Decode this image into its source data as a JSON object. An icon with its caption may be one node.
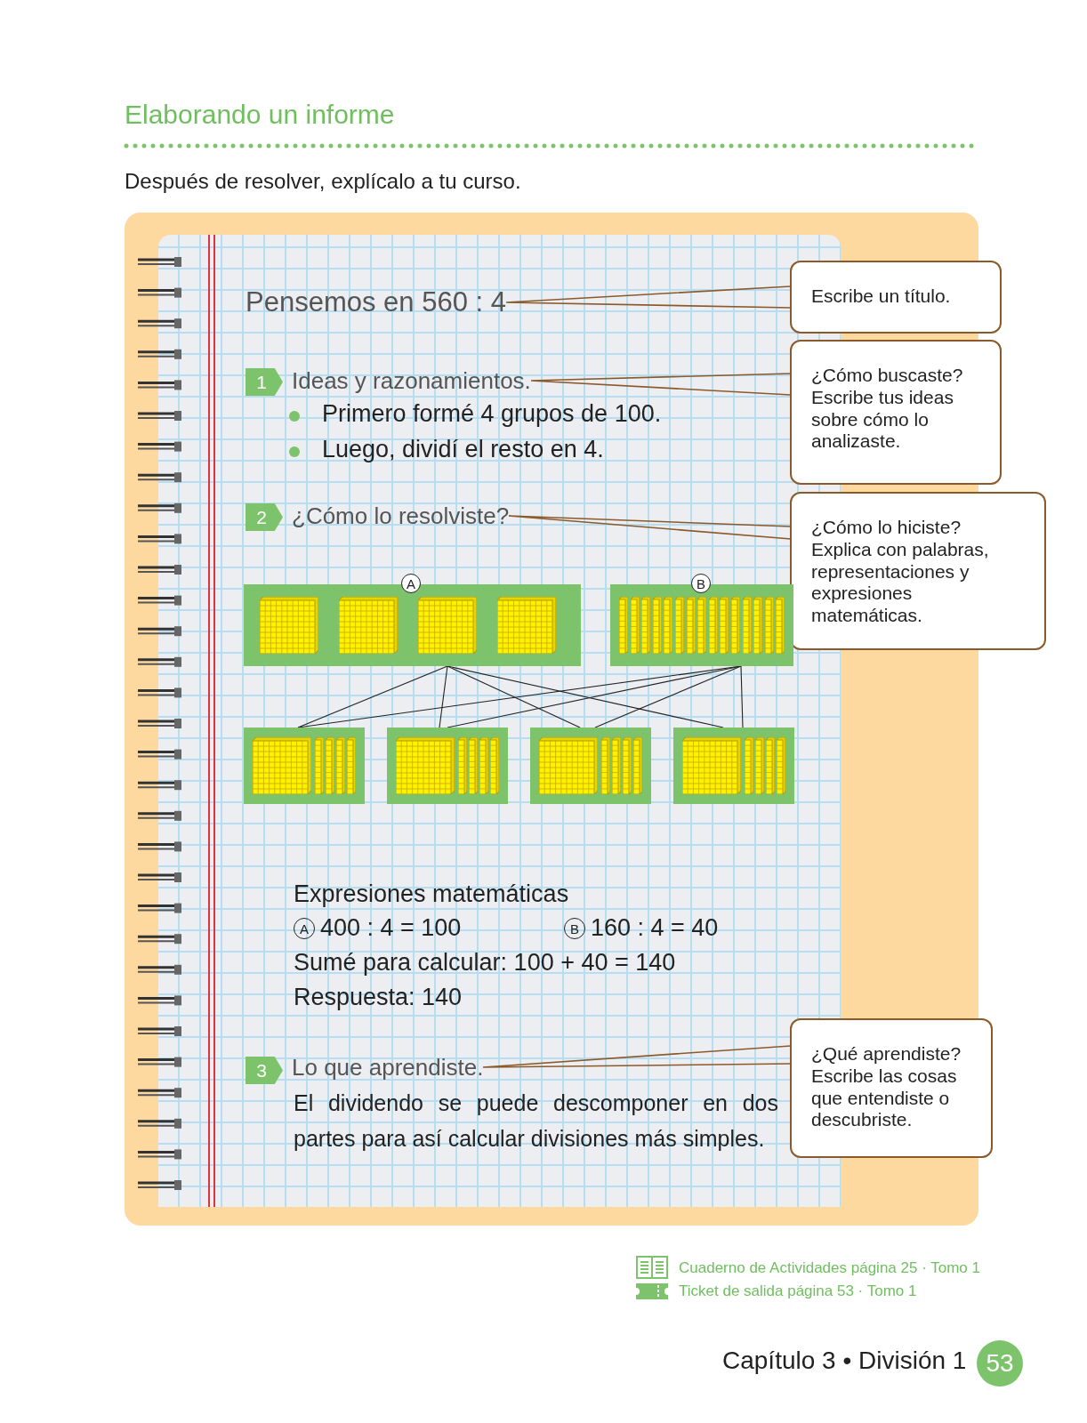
{
  "diagram": {
    "title": "Elaborando un informe",
    "nodes": [
      {
        "text": [
          "Pensemos en 560 : 4"
        ]
      },
      {
        "text": [
          "Escribe un título."
        ]
      },
      {
        "text": [
          "1"
        ]
      },
      {
        "text": [
          "Ideas y razonamientos."
        ]
      },
      {
        "text": [
          "¿Cómo buscaste? Escribe tus ideas sobre cómo lo analizaste."
        ]
      },
      {
        "text": [
          "2"
        ]
      },
      {
        "text": [
          "¿Cómo lo resolviste?"
        ]
      },
      {
        "text": [
          "¿Cómo lo hiciste? Explica con palabras, representaciones y expresiones matemáticas."
        ]
      },
      {
        "text": [
          "A"
        ]
      },
      {
        "text": [
          "B"
        ]
      },
      {
        "text": [],
        "shape": "picture"
      },
      {
        "text": [],
        "shape": "picture"
      },
      {
        "text": [],
        "shape": "picture"
      },
      {
        "text": [],
        "shape": "picture"
      },
      {
        "text": [
          "3"
        ]
      },
      {
        "text": [
          "Lo que aprendiste."
        ]
      },
      {
        "text": [
          "¿Qué aprendiste? Escribe las cosas que entendiste o descubriste."
        ]
      },
      {
        "text": [
          "53"
        ]
      }
    ],
    "edges": [
      {
        "from": 1,
        "to": 0,
        "arrow": "none",
        "color": "#8b5a2b"
      },
      {
        "from": 4,
        "to": 3,
        "arrow": "none",
        "color": "#8b5a2b"
      },
      {
        "from": 7,
        "to": 6,
        "arrow": "none",
        "color": "#8b5a2b"
      },
      {
        "from": 16,
        "to": 15,
        "arrow": "none",
        "color": "#8b5a2b"
      },
      {
        "from": 8,
        "to": 10,
        "arrow": "none"
      },
      {
        "from": 8,
        "to": 11,
        "arrow": "none"
      },
      {
        "from": 8,
        "to": 12,
        "arrow": "none"
      },
      {
        "from": 8,
        "to": 13,
        "arrow": "none"
      },
      {
        "from": 9,
        "to": 10,
        "arrow": "none"
      },
      {
        "from": 9,
        "to": 11,
        "arrow": "none"
      },
      {
        "from": 9,
        "to": 12,
        "arrow": "none"
      },
      {
        "from": 9,
        "to": 13,
        "arrow": "none"
      }
    ],
    "labels": [
      "Después de resolver, explícalo a tu curso.",
      "Primero formé 4 grupos de 100.",
      "Luego, dividí el resto en 4.",
      "Expresiones matemáticas",
      "A",
      "400 : 4 = 100",
      "B",
      "160 : 4 = 40",
      "Sumé para calcular: 100 + 40 = 140",
      "Respuesta: 140",
      "El dividendo se puede descomponer en dos partes para así calcular divisiones más simples.",
      "Cuaderno de Actividades página 25 · Tomo 1",
      "Ticket de salida página 53 ·  Tomo 1",
      "Capítulo 3 • División 1"
    ]
  }
}
